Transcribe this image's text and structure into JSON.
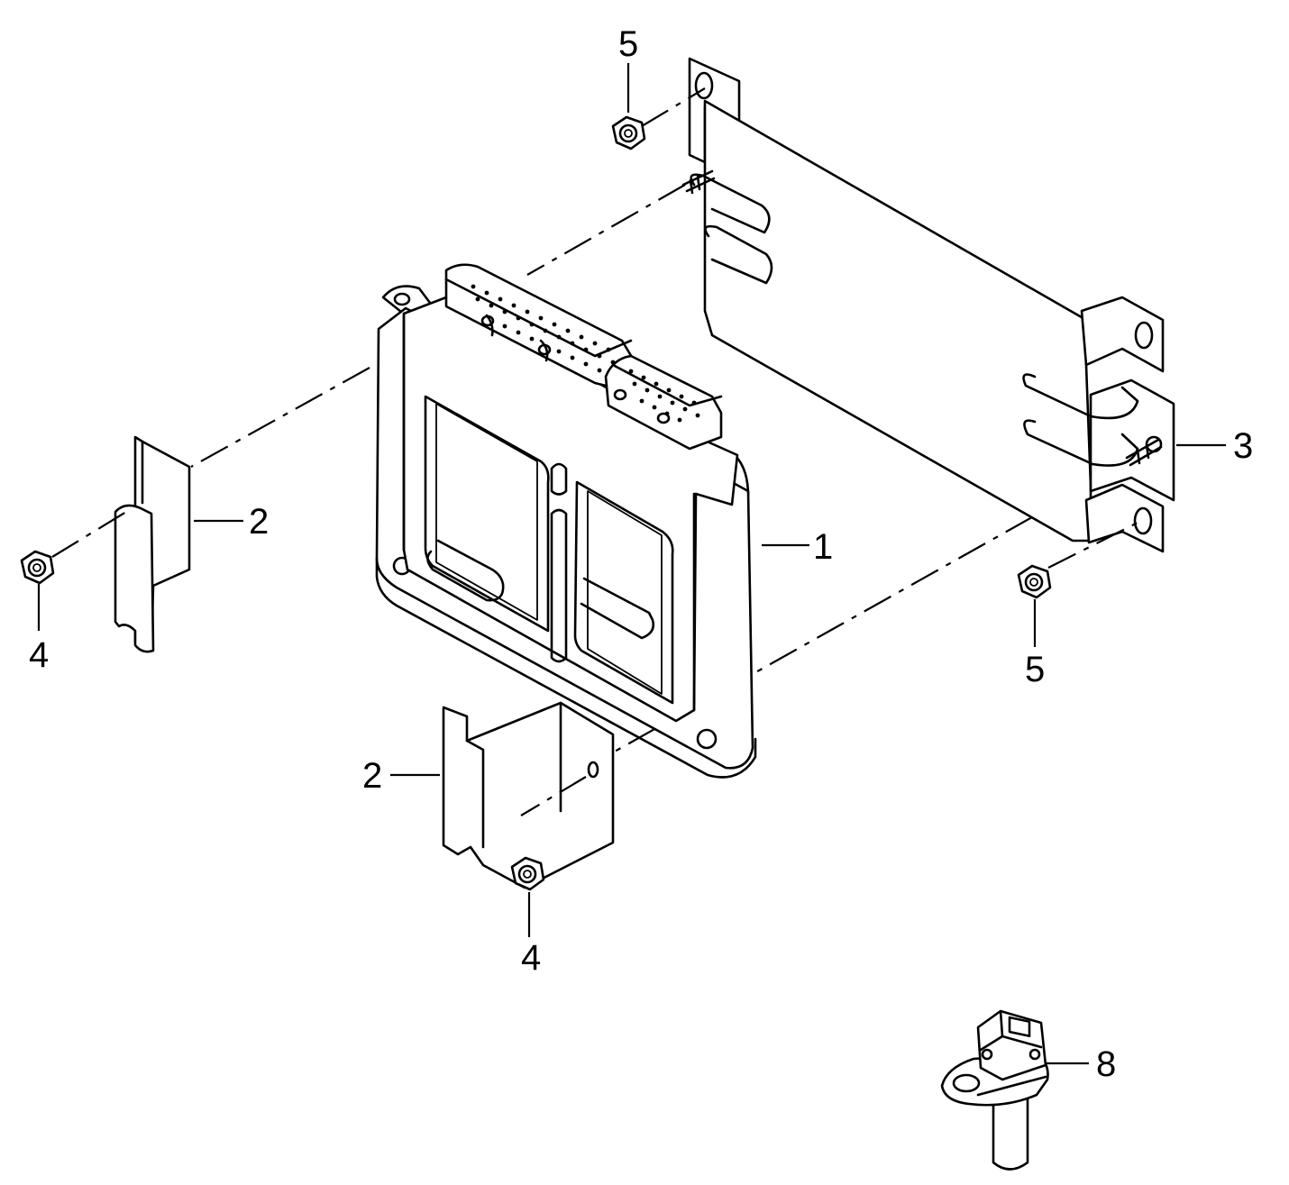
{
  "callouts": {
    "c1": "1",
    "c2_left": "2",
    "c2_bottom": "2",
    "c3": "3",
    "c4_left": "4",
    "c4_bottom": "4",
    "c5_top": "5",
    "c5_right": "5",
    "c8": "8"
  },
  "parts": [
    {
      "number": "1",
      "part": "control-unit"
    },
    {
      "number": "2",
      "part": "bracket"
    },
    {
      "number": "3",
      "part": "holder"
    },
    {
      "number": "4",
      "part": "hex-nut"
    },
    {
      "number": "5",
      "part": "hex-nut"
    },
    {
      "number": "8",
      "part": "sensor"
    }
  ]
}
